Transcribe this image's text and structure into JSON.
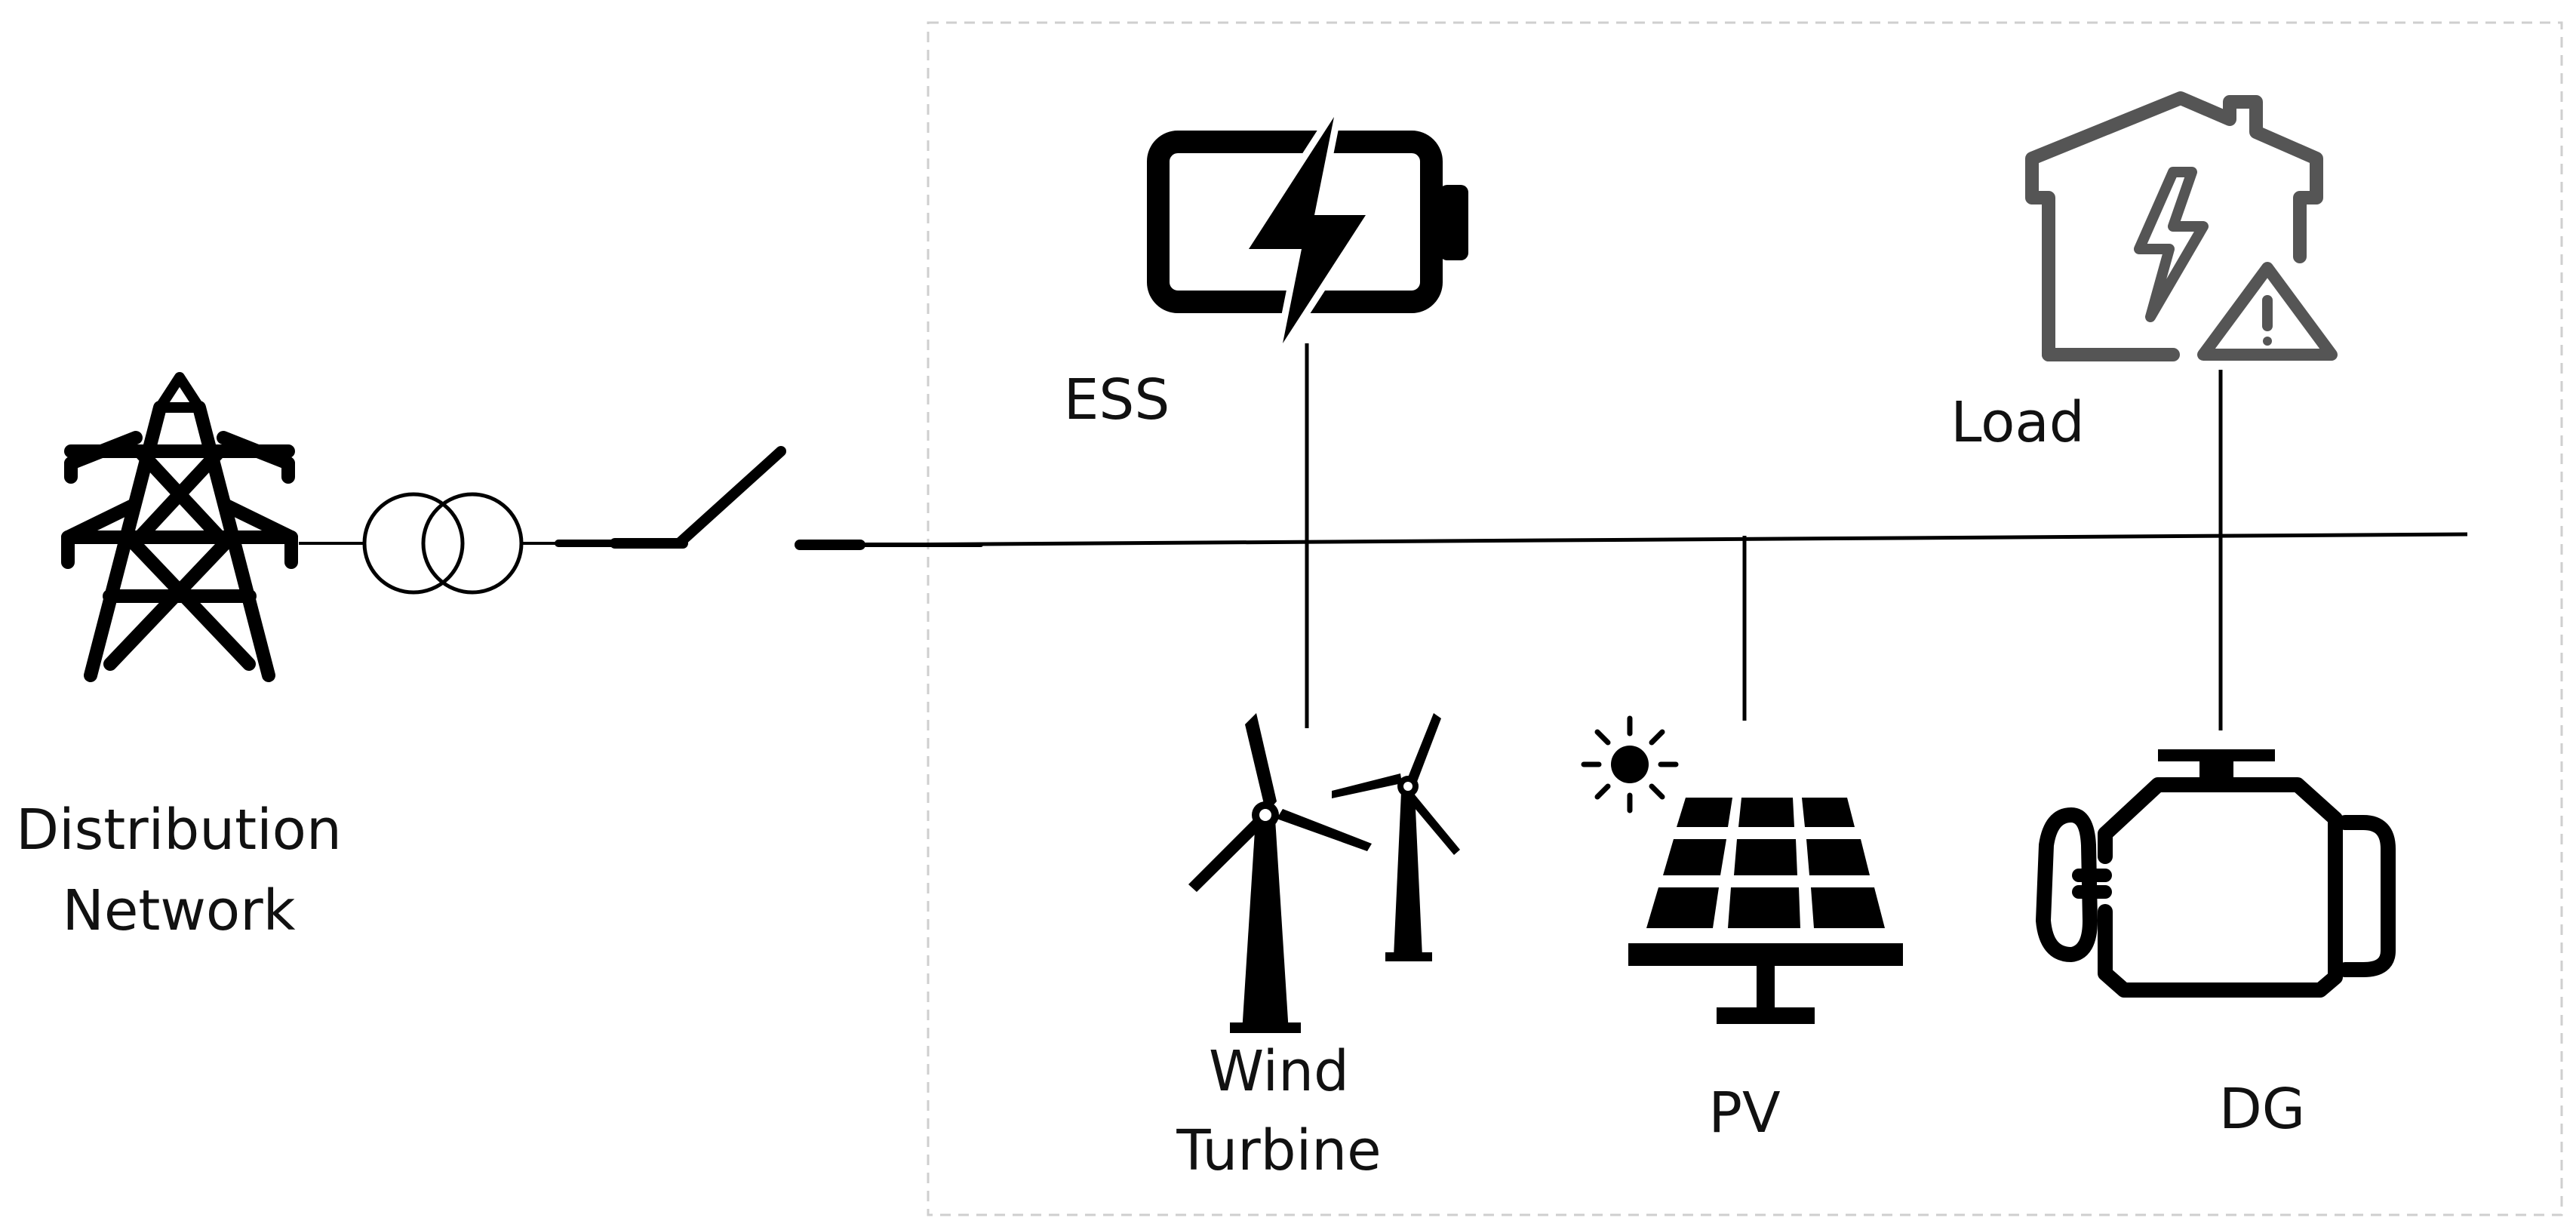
{
  "labels": {
    "distribution_network": [
      "Distribution",
      "Network"
    ],
    "ess": "ESS",
    "load": "Load",
    "wind_turbine": [
      "Wind",
      "Turbine"
    ],
    "pv": "PV",
    "dg": "DG"
  },
  "icons": {
    "grid": "transmission-tower-icon",
    "transformer": "transformer-icon",
    "breaker": "open-switch-icon",
    "ess": "battery-charging-icon",
    "load": "house-power-warning-icon",
    "wind": "wind-turbine-icon",
    "pv": "solar-panel-sun-icon",
    "dg": "engine-generator-icon"
  },
  "colors": {
    "line": "#000000",
    "icon_gray": "#555555",
    "boundary": "#cfcfcf"
  }
}
